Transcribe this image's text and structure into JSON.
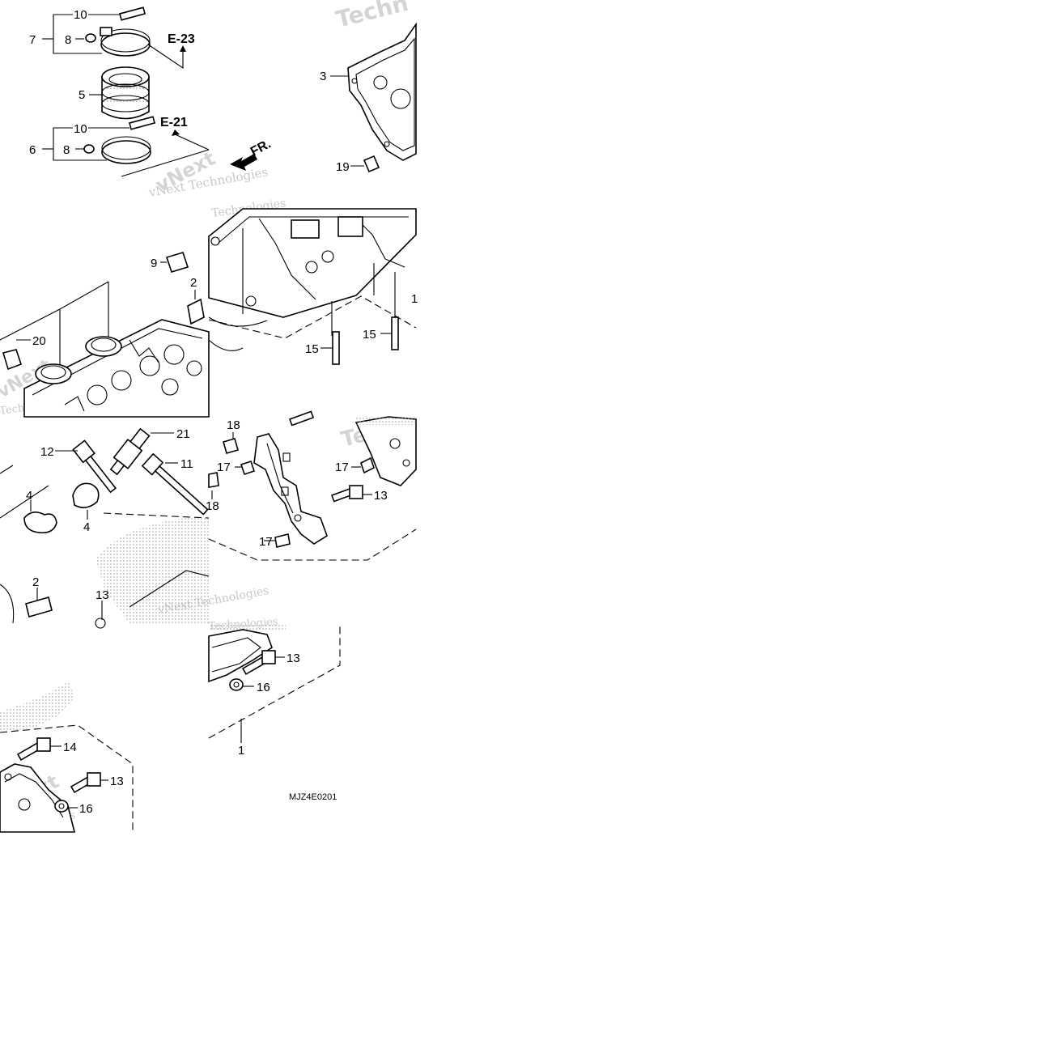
{
  "callouts": {
    "p10a": "10",
    "p7": "7",
    "p8a": "8",
    "p5": "5",
    "p10b": "10",
    "p6": "6",
    "p8b": "8",
    "p3": "3",
    "p19": "19",
    "p9": "9",
    "p2a": "2",
    "p20": "20",
    "p15a": "15",
    "p15b": "15",
    "p1a": "1",
    "p18a": "18",
    "p17a": "17",
    "p17b": "17",
    "p13a": "13",
    "p18b": "18",
    "p17c": "17",
    "p12": "12",
    "p21": "21",
    "p11": "11",
    "p4a": "4",
    "p4b": "4",
    "p2b": "2",
    "p13b": "13",
    "p13c": "13",
    "p16a": "16",
    "p1b": "1",
    "p14": "14",
    "p13d": "13",
    "p16b": "16"
  },
  "references": {
    "e23": "E-23",
    "e21": "E-21",
    "front": "FR."
  },
  "diagram_code": "MJZ4E0201",
  "watermark": {
    "brand_a": "Technologies",
    "brand_b": "vNext Technologies",
    "brand_c": "vNext",
    "brand_d": "Techn"
  }
}
